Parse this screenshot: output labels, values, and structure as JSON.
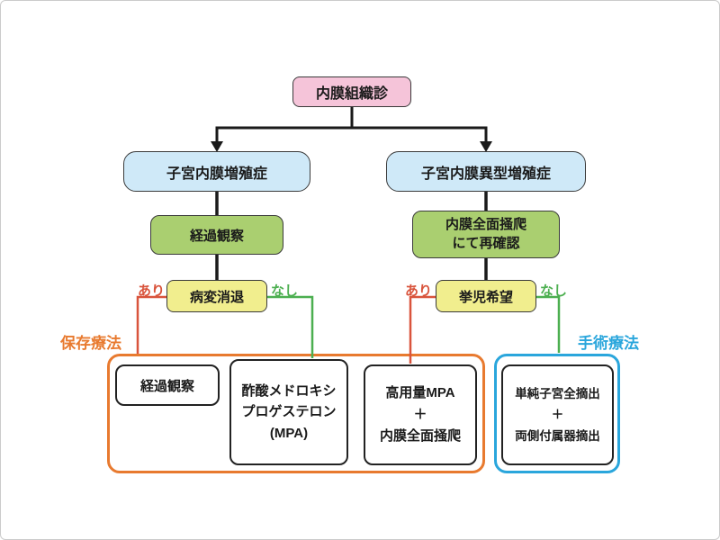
{
  "diagram": {
    "root": {
      "label": "内膜組織診"
    },
    "branches": {
      "left": {
        "label": "子宮内膜増殖症"
      },
      "right": {
        "label": "子宮内膜異型増殖症"
      }
    },
    "steps": {
      "left": {
        "label": "経過観察"
      },
      "right": {
        "label": "内膜全面掻爬\nにて再確認"
      }
    },
    "decisions": {
      "left": {
        "label": "病変消退",
        "yes_label": "あり",
        "no_label": "なし"
      },
      "right": {
        "label": "挙児希望",
        "yes_label": "あり",
        "no_label": "なし"
      }
    },
    "groups": {
      "conservative": {
        "label": "保存療法"
      },
      "surgical": {
        "label": "手術療法"
      }
    },
    "outcomes": {
      "observation": {
        "label": "経過観察"
      },
      "mpa": {
        "label": "酢酸メドロキシ\nプロゲステロン\n(MPA)"
      },
      "high_dose_mpa": {
        "label": "高用量MPA\n＋\n内膜全面掻爬"
      },
      "surgery": {
        "label": "単純子宮全摘出\n＋\n両側付属器摘出"
      }
    },
    "colors": {
      "root_fill": "#f5c4d9",
      "branch_fill": "#cfe9f8",
      "step_fill": "#aacf70",
      "decision_fill": "#f1ee8e",
      "yes_line": "#d9543c",
      "no_line": "#4caf50",
      "conservative": "#e87a2f",
      "surgical": "#2aa6dc",
      "edge": "#1a1a1a",
      "node_border": "#3a3a3a"
    }
  }
}
